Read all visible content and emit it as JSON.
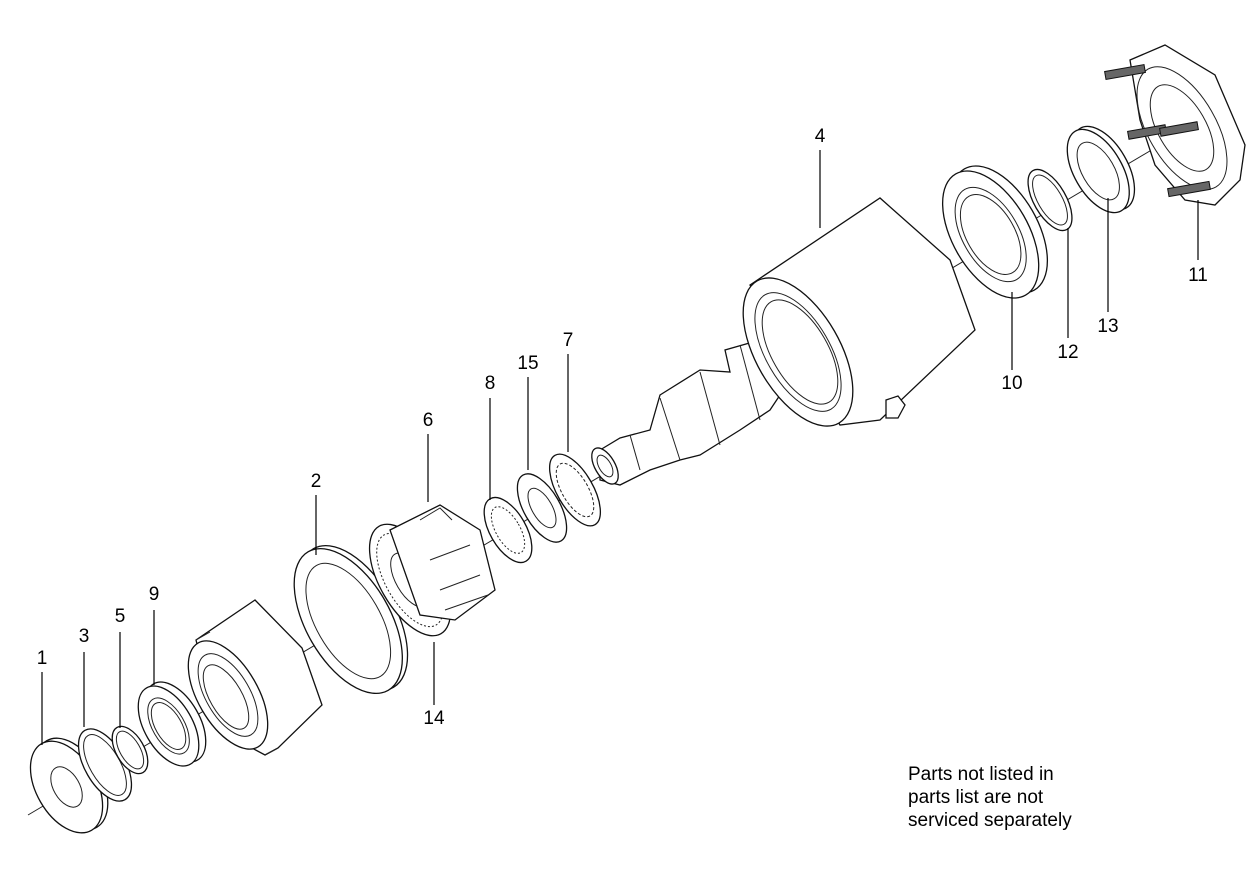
{
  "diagram": {
    "callouts": [
      {
        "id": "c1",
        "label": "1"
      },
      {
        "id": "c3",
        "label": "3"
      },
      {
        "id": "c5",
        "label": "5"
      },
      {
        "id": "c9",
        "label": "9"
      },
      {
        "id": "c2",
        "label": "2"
      },
      {
        "id": "c14",
        "label": "14"
      },
      {
        "id": "c6",
        "label": "6"
      },
      {
        "id": "c8",
        "label": "8"
      },
      {
        "id": "c15",
        "label": "15"
      },
      {
        "id": "c7",
        "label": "7"
      },
      {
        "id": "c4",
        "label": "4"
      },
      {
        "id": "c10",
        "label": "10"
      },
      {
        "id": "c12",
        "label": "12"
      },
      {
        "id": "c13",
        "label": "13"
      },
      {
        "id": "c11",
        "label": "11"
      }
    ],
    "note_lines": [
      "Parts not listed in",
      "parts list are not",
      "serviced separately"
    ]
  }
}
